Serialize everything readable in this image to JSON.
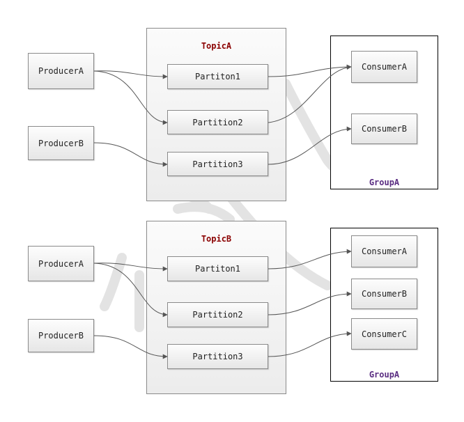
{
  "colors": {
    "topic_title": "#8b0000",
    "group_title": "#5a2d82",
    "arrow": "#555555",
    "watermark": "#e3e3e3"
  },
  "diagrams": [
    {
      "topic": {
        "title": "TopicA",
        "partitions": [
          "Partiton1",
          "Partition2",
          "Partition3"
        ]
      },
      "producers": [
        "ProducerA",
        "ProducerB"
      ],
      "group": {
        "title": "GroupA",
        "consumers": [
          "ConsumerA",
          "ConsumerB"
        ]
      },
      "edges": [
        {
          "from": "ProducerA",
          "to": "Partiton1"
        },
        {
          "from": "ProducerA",
          "to": "Partition2"
        },
        {
          "from": "ProducerB",
          "to": "Partition3"
        },
        {
          "from": "Partiton1",
          "to": "ConsumerA"
        },
        {
          "from": "Partition2",
          "to": "ConsumerA"
        },
        {
          "from": "Partition3",
          "to": "ConsumerB"
        }
      ]
    },
    {
      "topic": {
        "title": "TopicB",
        "partitions": [
          "Partiton1",
          "Partition2",
          "Partition3"
        ]
      },
      "producers": [
        "ProducerA",
        "ProducerB"
      ],
      "group": {
        "title": "GroupA",
        "consumers": [
          "ConsumerA",
          "ConsumerB",
          "ConsumerC"
        ]
      },
      "edges": [
        {
          "from": "ProducerA",
          "to": "Partiton1"
        },
        {
          "from": "ProducerA",
          "to": "Partition2"
        },
        {
          "from": "ProducerB",
          "to": "Partition3"
        },
        {
          "from": "Partiton1",
          "to": "ConsumerA"
        },
        {
          "from": "Partition2",
          "to": "ConsumerB"
        },
        {
          "from": "Partition3",
          "to": "ConsumerC"
        }
      ]
    }
  ]
}
